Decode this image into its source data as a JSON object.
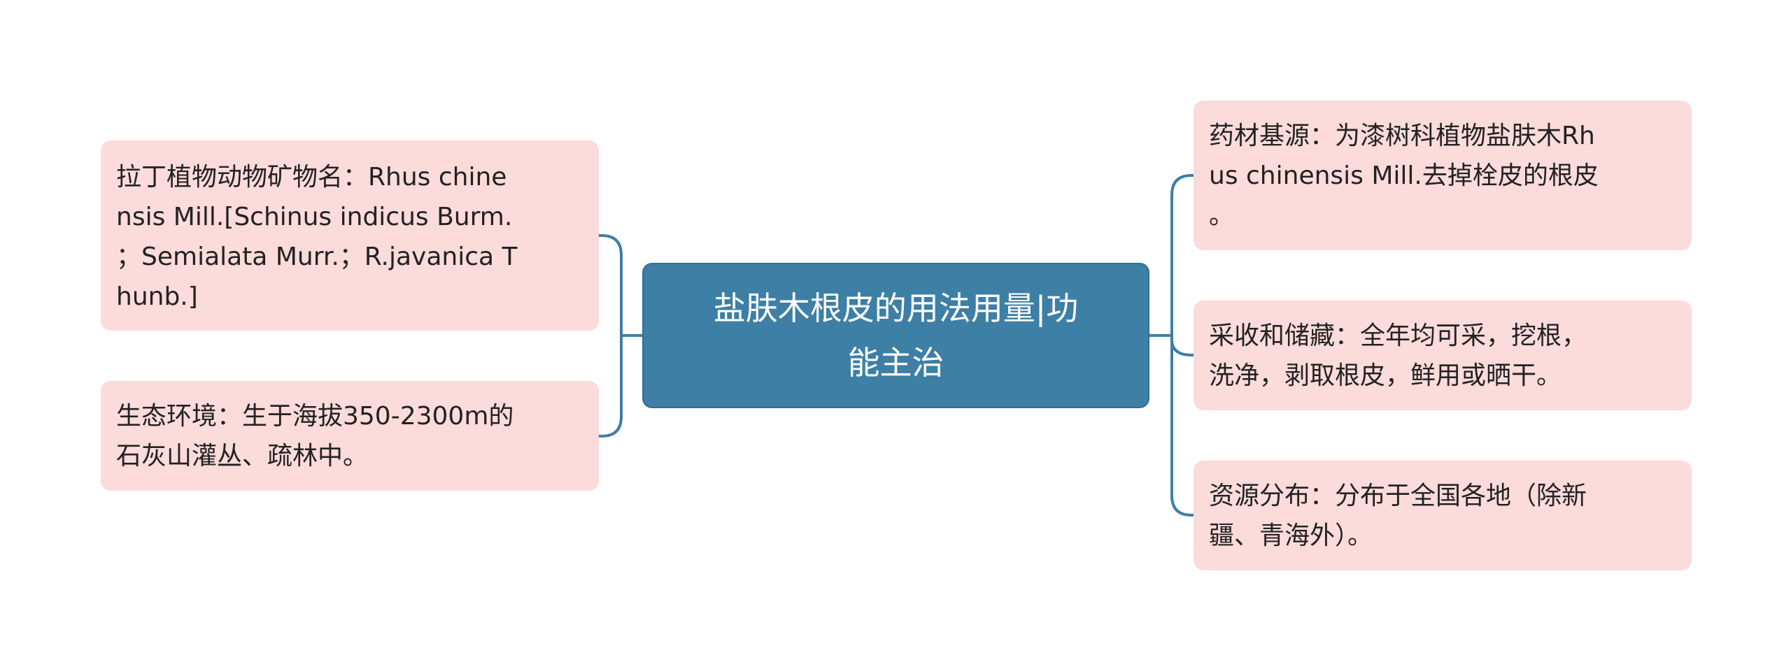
{
  "mindmap": {
    "center": {
      "label": "盐肤木根皮的用法用量|功\n能主治"
    },
    "left_branches": [
      {
        "label": "拉丁植物动物矿物名：Rhus chine\nnsis Mill.[Schinus indicus Burm.\n；Semialata Murr.；R.javanica T\nhunb.]"
      },
      {
        "label": "生态环境：生于海拔350-2300m的\n石灰山灌丛、疏林中。"
      }
    ],
    "right_branches": [
      {
        "label": "药材基源：为漆树科植物盐肤木Rh\nus chinensis Mill.去掉栓皮的根皮\n。"
      },
      {
        "label": "采收和储藏：全年均可采，挖根，\n洗净，剥取根皮，鲜用或晒干。"
      },
      {
        "label": "资源分布：分布于全国各地（除新\n疆、青海外）。"
      }
    ]
  },
  "colors": {
    "center_fill": "#3d7fa5",
    "leaf_fill": "#fcdbdb",
    "connector": "#3d7fa5"
  }
}
